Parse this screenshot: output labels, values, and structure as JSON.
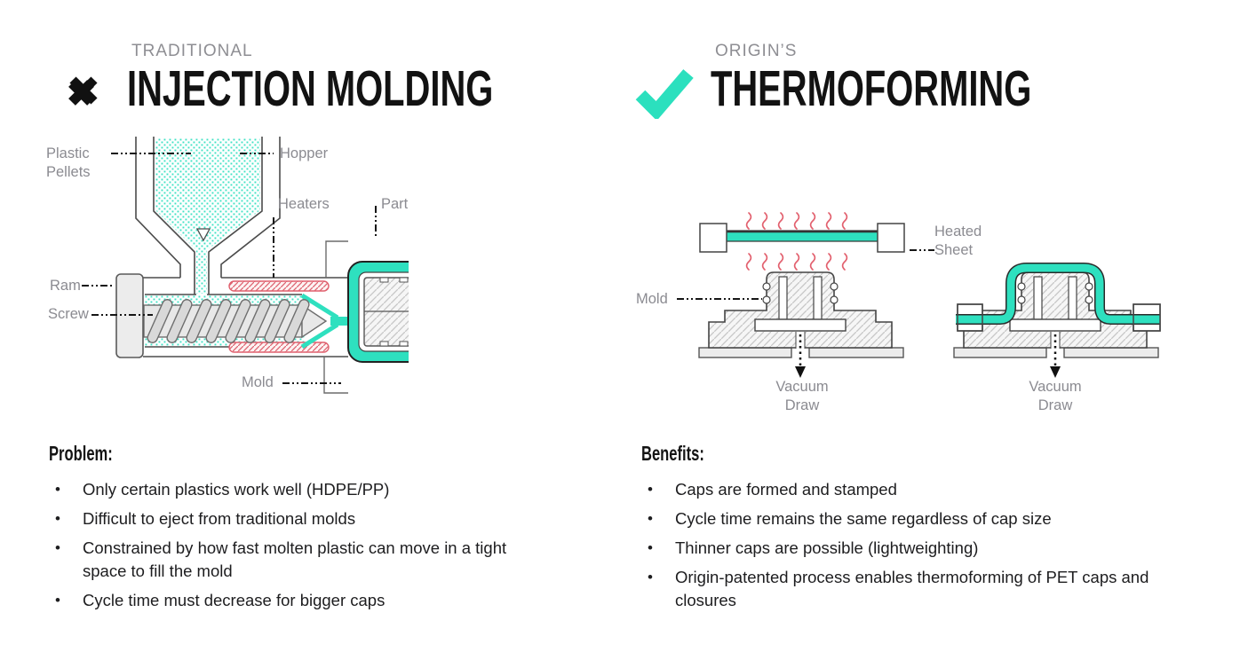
{
  "left": {
    "kicker": "TRADITIONAL",
    "title": "INJECTION MOLDING",
    "badge_icon": "x-icon",
    "labels": {
      "plastic_pellets": "Plastic Pellets",
      "hopper": "Hopper",
      "heaters": "Heaters",
      "part": "Part",
      "ram": "Ram",
      "screw": "Screw",
      "mold": "Mold"
    },
    "section_heading": "Problem:",
    "bullets": [
      "Only certain plastics work well (HDPE/PP)",
      "Difficult to eject from traditional molds",
      "Constrained by how fast molten plastic can move in a tight space to fill the mold",
      "Cycle time must decrease for bigger caps"
    ]
  },
  "right": {
    "kicker": "ORIGIN’S",
    "title": "THERMOFORMING",
    "badge_icon": "check-icon",
    "labels": {
      "heated_sheet": "Heated Sheet",
      "mold": "Mold",
      "vacuum_draw_left": "Vacuum Draw",
      "vacuum_draw_right": "Vacuum Draw"
    },
    "section_heading": "Benefits:",
    "bullets": [
      "Caps are formed and stamped",
      "Cycle time remains the same regardless of cap size",
      "Thinner caps are possible (lightweighting)",
      "Origin-patented process enables thermoforming of PET caps and closures"
    ]
  },
  "colors": {
    "teal": "#2ee0bf",
    "heater_red": "#e0606e",
    "label_gray": "#8b8b91",
    "heading_black": "#121212",
    "body_text": "#1d1d1f"
  }
}
